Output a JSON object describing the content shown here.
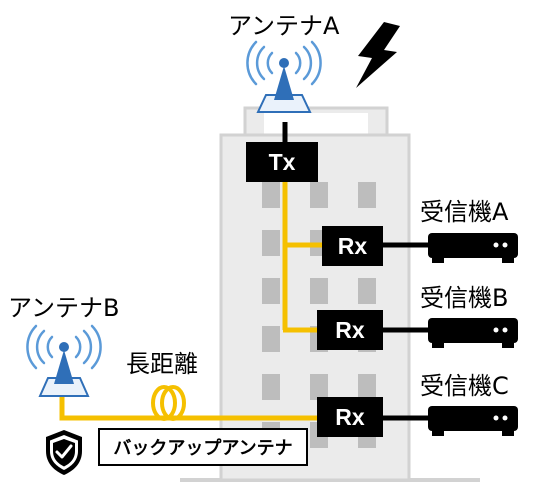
{
  "antenna_a_label": "アンテナA",
  "antenna_b_label": "アンテナB",
  "tx_label": "Tx",
  "rx_label": "Rx",
  "receiver_a_label": "受信機A",
  "receiver_b_label": "受信機B",
  "receiver_c_label": "受信機C",
  "long_distance_label": "長距離",
  "backup_antenna_label": "バックアップアンテナ",
  "colors": {
    "building": "#ebebeb",
    "building_outline": "#d2d2d2",
    "window": "#bdbdbd",
    "cable": "#f5c000",
    "antenna_blue": "#2f6fb8",
    "antenna_waves": "#5b9ad8",
    "box": "#000000"
  },
  "icons": [
    "lightning-icon",
    "antenna-a-icon",
    "antenna-b-icon",
    "receiver-icon",
    "coil-icon",
    "shield-check-icon"
  ]
}
